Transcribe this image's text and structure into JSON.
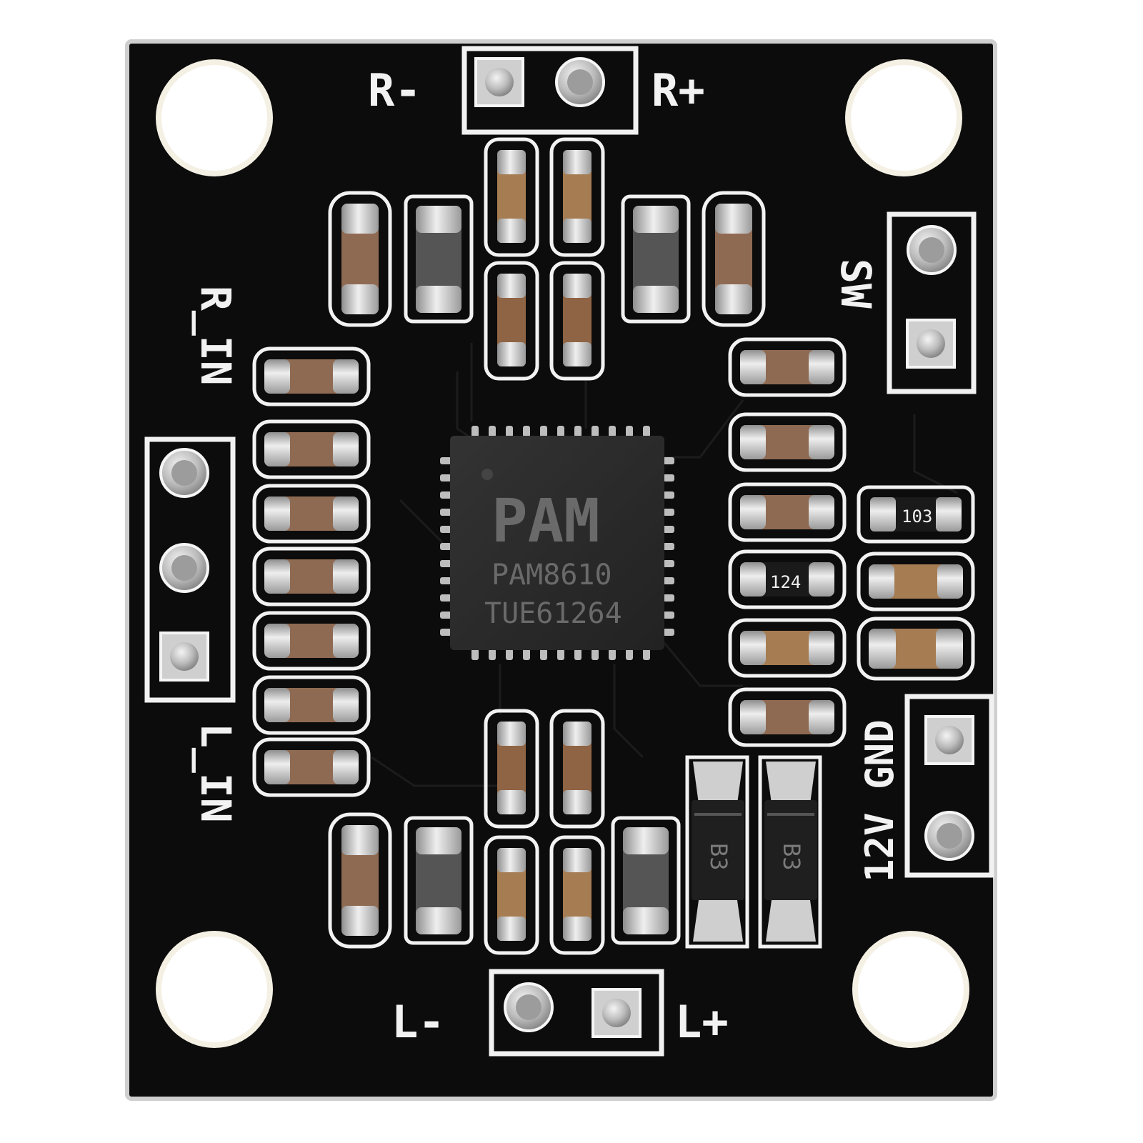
{
  "board": {
    "silk": {
      "r_minus": "R-",
      "r_plus": "R+",
      "l_minus": "L-",
      "l_plus": "L+",
      "r_in": "R_IN",
      "l_in": "L_IN",
      "sw": "SW",
      "power": "12V GND"
    },
    "chip": {
      "logo": "PAM",
      "part": "PAM8610",
      "lot": "TUE61264"
    },
    "resistor_codes": [
      "103",
      "124"
    ],
    "diode_marks": [
      "B3",
      "B3"
    ]
  },
  "colors": {
    "pcb": "#0c0c0c",
    "silkscreen": "#f2f2f2",
    "pad": "#c9c9c9",
    "capacitor": "#a67c52",
    "chip": "#2b2b2b"
  }
}
